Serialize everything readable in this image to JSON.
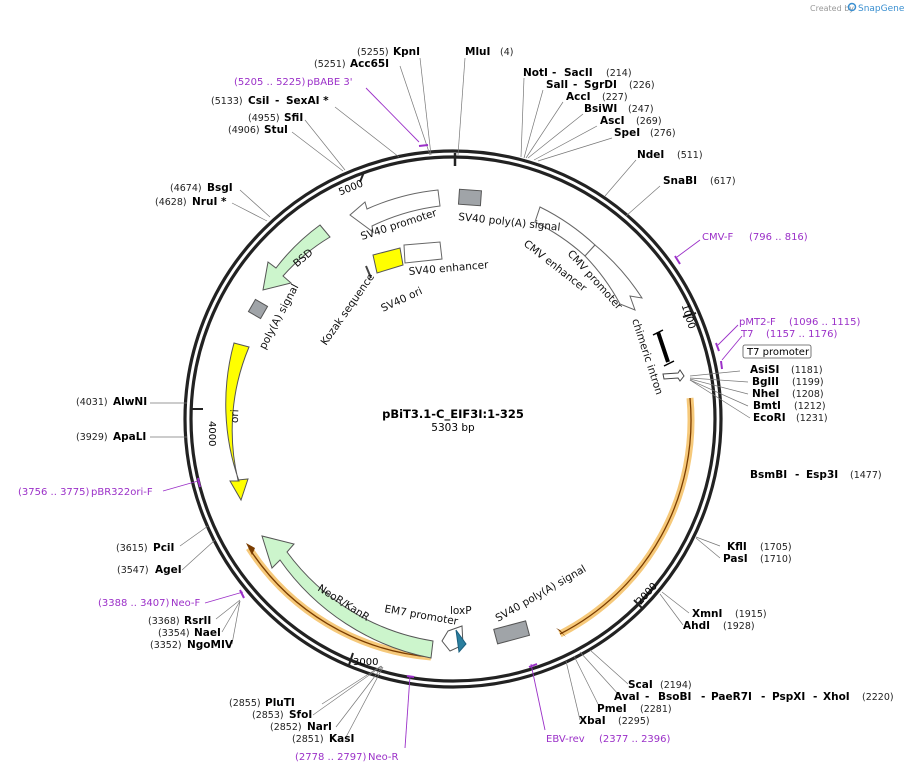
{
  "branding": {
    "created_by": "Created by",
    "app": "SnapGene"
  },
  "plasmid": {
    "name": "pBiT3.1-C_EIF3I:1-325",
    "length": "5303 bp"
  },
  "ruler_ticks": [
    "1000",
    "2000",
    "3000",
    "4000",
    "5000"
  ],
  "features": [
    {
      "id": "sv40-polya-1",
      "label": "SV40 poly(A) signal"
    },
    {
      "id": "cmv-enhancer",
      "label": "CMV enhancer"
    },
    {
      "id": "cmv-promoter",
      "label": "CMV promoter"
    },
    {
      "id": "chimeric-intron",
      "label": "chimeric intron"
    },
    {
      "id": "sv40-promoter",
      "label": "SV40 promoter"
    },
    {
      "id": "sv40-enhancer",
      "label": "SV40 enhancer"
    },
    {
      "id": "sv40-ori",
      "label": "SV40 ori"
    },
    {
      "id": "kozak",
      "label": "Kozak sequence"
    },
    {
      "id": "bsd",
      "label": "BSD"
    },
    {
      "id": "polya-signal",
      "label": "poly(A) signal"
    },
    {
      "id": "ori",
      "label": "ori"
    },
    {
      "id": "neor",
      "label": "NeoR/KanR"
    },
    {
      "id": "em7",
      "label": "EM7 promoter"
    },
    {
      "id": "loxp",
      "label": "loxP"
    },
    {
      "id": "sv40-polya-2",
      "label": "SV40 poly(A) signal"
    },
    {
      "id": "t7-promoter",
      "label": "T7 promoter"
    }
  ],
  "enzymes": [
    {
      "name": "KpnI",
      "pos": "(5255)"
    },
    {
      "name": "Acc65I",
      "pos": "(5251)"
    },
    {
      "name": "MluI",
      "pos": "(4)"
    },
    {
      "name": "NotI",
      "pos": ""
    },
    {
      "name": "SacII",
      "pos": "(214)"
    },
    {
      "name": "SalI",
      "pos": ""
    },
    {
      "name": "SgrDI",
      "pos": "(226)"
    },
    {
      "name": "AccI",
      "pos": "(227)"
    },
    {
      "name": "BsiWI",
      "pos": "(247)"
    },
    {
      "name": "AscI",
      "pos": "(269)"
    },
    {
      "name": "SpeI",
      "pos": "(276)"
    },
    {
      "name": "NdeI",
      "pos": "(511)"
    },
    {
      "name": "SnaBI",
      "pos": "(617)"
    },
    {
      "name": "CsiI",
      "pos": "(5133)"
    },
    {
      "name": "SexAI *",
      "pos": ""
    },
    {
      "name": "SfiI",
      "pos": "(4955)"
    },
    {
      "name": "StuI",
      "pos": "(4906)"
    },
    {
      "name": "BsgI",
      "pos": "(4674)"
    },
    {
      "name": "NruI *",
      "pos": "(4628)"
    },
    {
      "name": "AsiSI",
      "pos": "(1181)"
    },
    {
      "name": "BglII",
      "pos": "(1199)"
    },
    {
      "name": "NheI",
      "pos": "(1208)"
    },
    {
      "name": "BmtI",
      "pos": "(1212)"
    },
    {
      "name": "EcoRI",
      "pos": "(1231)"
    },
    {
      "name": "BsmBI",
      "pos": ""
    },
    {
      "name": "Esp3I",
      "pos": "(1477)"
    },
    {
      "name": "AlwNI",
      "pos": "(4031)"
    },
    {
      "name": "ApaLI",
      "pos": "(3929)"
    },
    {
      "name": "KflI",
      "pos": "(1705)"
    },
    {
      "name": "PasI",
      "pos": "(1710)"
    },
    {
      "name": "PciI",
      "pos": "(3615)"
    },
    {
      "name": "AgeI",
      "pos": "(3547)"
    },
    {
      "name": "XmnI",
      "pos": "(1915)"
    },
    {
      "name": "AhdI",
      "pos": "(1928)"
    },
    {
      "name": "RsrII",
      "pos": "(3368)"
    },
    {
      "name": "NaeI",
      "pos": "(3354)"
    },
    {
      "name": "NgoMIV",
      "pos": "(3352)"
    },
    {
      "name": "ScaI",
      "pos": "(2194)"
    },
    {
      "name": "AvaI",
      "pos": ""
    },
    {
      "name": "BsoBI",
      "pos": ""
    },
    {
      "name": "PaeR7I",
      "pos": ""
    },
    {
      "name": "PspXI",
      "pos": ""
    },
    {
      "name": "XhoI",
      "pos": "(2220)"
    },
    {
      "name": "PmeI",
      "pos": "(2281)"
    },
    {
      "name": "XbaI",
      "pos": "(2295)"
    },
    {
      "name": "PluTI",
      "pos": "(2855)"
    },
    {
      "name": "SfoI",
      "pos": "(2853)"
    },
    {
      "name": "NarI",
      "pos": "(2852)"
    },
    {
      "name": "KasI",
      "pos": "(2851)"
    }
  ],
  "primers": [
    {
      "name": "pBABE 3'",
      "range": "(5205 .. 5225)"
    },
    {
      "name": "CMV-F",
      "range": "(796 .. 816)"
    },
    {
      "name": "pMT2-F",
      "range": "(1096 .. 1115)"
    },
    {
      "name": "T7",
      "range": "(1157 .. 1176)"
    },
    {
      "name": "pBR322ori-F",
      "range": "(3756 .. 3775)"
    },
    {
      "name": "Neo-F",
      "range": "(3388 .. 3407)"
    },
    {
      "name": "EBV-rev",
      "range": "(2377 .. 2396)"
    },
    {
      "name": "Neo-R",
      "range": "(2778 .. 2797)"
    }
  ],
  "colors": {
    "backbone": "#222222",
    "primer": "#9b30c8",
    "cds_green": "#ccf5cc",
    "ori_yellow": "#ffff00",
    "polya_gray": "#a0a4a8",
    "loxp_blue": "#2a7f9f",
    "orf_orange": "#f6c97a"
  }
}
